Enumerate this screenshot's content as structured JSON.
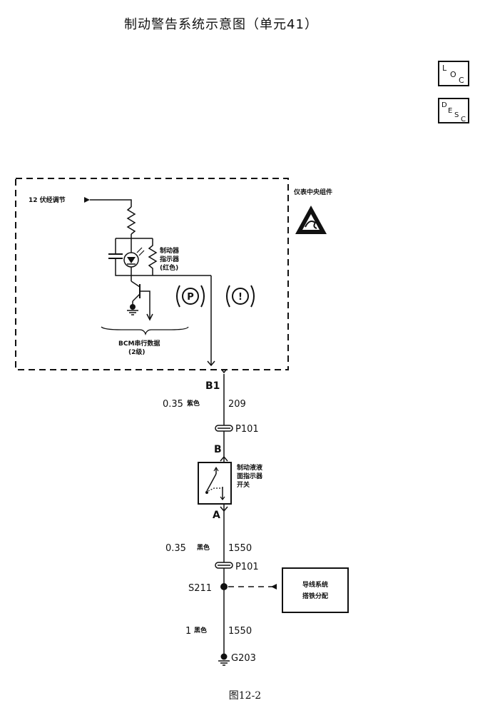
{
  "title": "制动警告系统示意图（单元41）",
  "figure_caption": "图12-2",
  "badges": {
    "loc": [
      "L",
      "O",
      "C"
    ],
    "desc": [
      "D",
      "E",
      "S",
      "C"
    ]
  },
  "module": {
    "name": "仪表中央组件",
    "input_label": "12 伏经调节",
    "lamp_label": [
      "制动器",
      "指示器",
      "(红色)"
    ],
    "bcm_label": [
      "BCM串行数据",
      "(2级)"
    ],
    "parking_symbol": "P",
    "warning_symbol": "!"
  },
  "connectors": {
    "b1": "B1",
    "p101_a": "P101",
    "b": "B",
    "a": "A",
    "p101_b": "P101",
    "s211": "S211",
    "g203": "G203"
  },
  "wires": {
    "w1": {
      "size": "0.35",
      "color": "紫色",
      "circuit": "209"
    },
    "w2": {
      "size": "0.35",
      "color": "黑色",
      "circuit": "1550"
    },
    "w3": {
      "size": "1",
      "color": "黑色",
      "circuit": "1550"
    }
  },
  "switch_label": [
    "制动液液",
    "面指示器",
    "开关"
  ],
  "ground_dist_label": [
    "导线系统",
    "搭铁分配"
  ]
}
